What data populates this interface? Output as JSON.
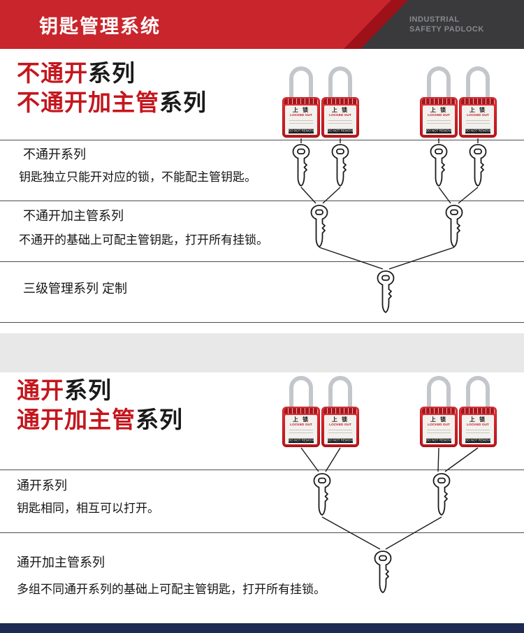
{
  "header": {
    "title": "钥匙管理系统",
    "brand_line1": "INDUSTRIAL",
    "brand_line2": "SAFETY PADLOCK"
  },
  "colors": {
    "brand-red": "#c4161d",
    "banner-red": "#c9252c",
    "banner-red-dark": "#9e1118",
    "header-dark": "#3a3a3c",
    "padlock-red": "#d8232a",
    "gap-gray": "#e8e8e8",
    "bottom-bar": "#1d2b52",
    "text-dark": "#1a1a1a",
    "brand-gray": "#87898c"
  },
  "padlock": {
    "label_cn": "上 锁",
    "label_en": "LOCKED OUT",
    "label_bar": "DO NOT REMOVE"
  },
  "section1": {
    "title_line1": {
      "red": "不通开",
      "black": "系列"
    },
    "title_line2": {
      "red": "不通开加主管",
      "black": "系列"
    },
    "rows": [
      {
        "heading": "不通开系列",
        "desc": "钥匙独立只能开对应的锁，不能配主管钥匙。"
      },
      {
        "heading": "不通开加主管系列",
        "desc": "不通开的基础上可配主管钥匙，打开所有挂锁。"
      },
      {
        "heading": "三级管理系列 定制",
        "desc": ""
      }
    ]
  },
  "section2": {
    "title_line1": {
      "red": "通开",
      "black": "系列"
    },
    "title_line2": {
      "red": "通开加主管",
      "black": "系列"
    },
    "rows": [
      {
        "heading": "通开系列",
        "desc": "钥匙相同，相互可以打开。"
      },
      {
        "heading": "通开加主管系列",
        "desc": "多组不同通开系列的基础上可配主管钥匙，打开所有挂锁。"
      }
    ]
  }
}
